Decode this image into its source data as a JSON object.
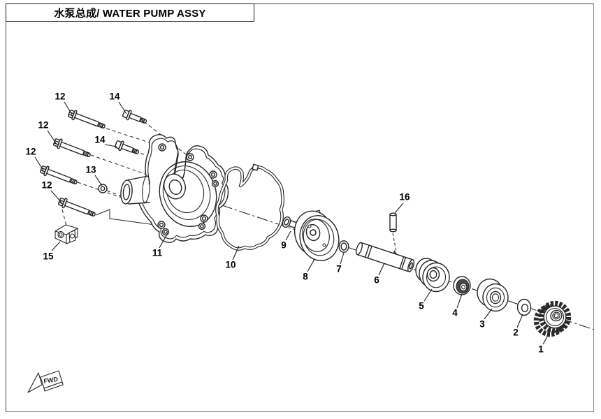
{
  "page": {
    "title": "水泵总成/ WATER PUMP ASSY"
  },
  "fwd": {
    "label": "FWD"
  },
  "callouts": [
    "12",
    "14",
    "12",
    "14",
    "12",
    "13",
    "12",
    "15",
    "11",
    "10",
    "9",
    "8",
    "7",
    "6",
    "16",
    "5",
    "4",
    "3",
    "2",
    "1"
  ],
  "colors": {
    "ink": "#252525",
    "paper": "#ffffff",
    "frame_border": "#3f3f3f"
  }
}
